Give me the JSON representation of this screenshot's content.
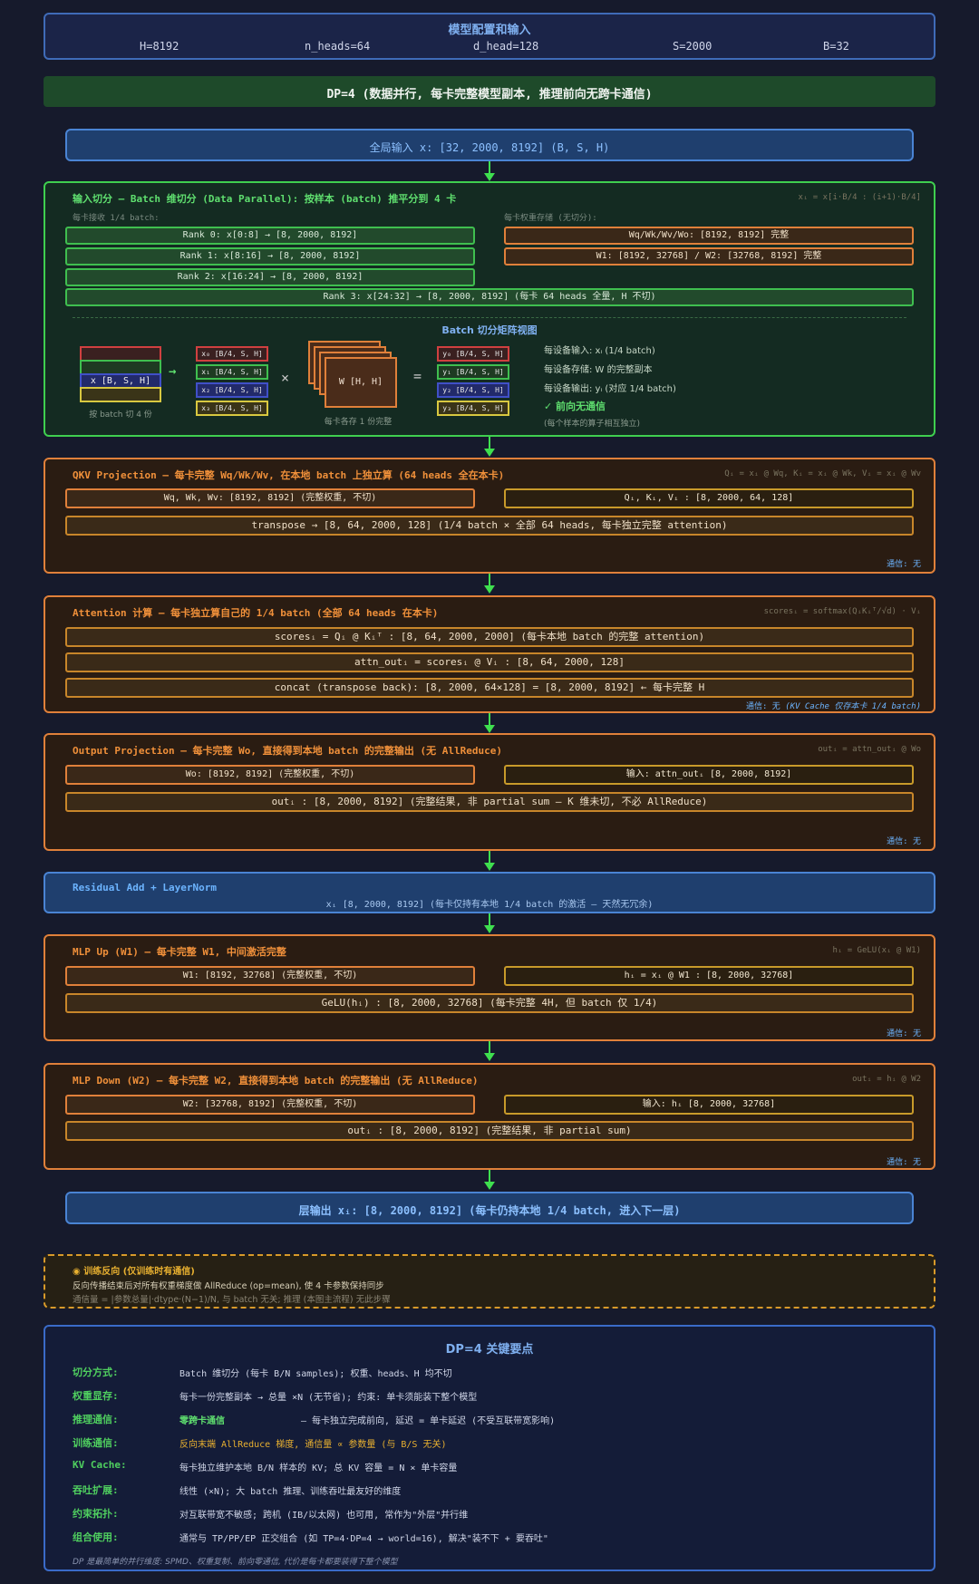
{
  "config": {
    "title": "模型配置和输入",
    "H": "H=8192",
    "n_heads": "n_heads=64",
    "d_head": "d_head=128",
    "S": "S=2000",
    "B": "B=32"
  },
  "dp_bar": "DP=4 (数据并行, 每卡完整模型副本, 推理前向无跨卡通信)",
  "global_input": "全局输入 x: [32, 2000, 8192] (B, S, H)",
  "split": {
    "title": "输入切分 — Batch 维切分 (Data Parallel): 按样本 (batch) 推平分到 4 卡",
    "formula": "xᵢ = x[i·B/4 : (i+1)·B/4]",
    "left_label": "每卡接收 1/4 batch:",
    "right_label": "每卡权重存储 (无切分):",
    "ranks": [
      "Rank 0: x[0:8] → [8, 2000, 8192]",
      "Rank 1: x[8:16] → [8, 2000, 8192]",
      "Rank 2: x[16:24] → [8, 2000, 8192]",
      "Rank 3: x[24:32] → [8, 2000, 8192] (每卡 64 heads 全量, H 不切)"
    ],
    "weights": [
      "Wq/Wk/Wv/Wo: [8192, 8192] 完整",
      "W1: [8192, 32768] / W2: [32768, 8192] 完整"
    ],
    "matrix_title": "Batch 切分矩阵视图",
    "x_label": "x [B, S, H]",
    "x_caption": "按 batch 切 4 份",
    "x_parts": [
      "x₀ [B/4, S, H]",
      "x₁ [B/4, S, H]",
      "x₂ [B/4, S, H]",
      "x₃ [B/4, S, H]"
    ],
    "w_label": "W [H, H]",
    "w_caption": "每卡各存 1 份完整",
    "y_parts": [
      "y₀ [B/4, S, H]",
      "y₁ [B/4, S, H]",
      "y₂ [B/4, S, H]",
      "y₃ [B/4, S, H]"
    ],
    "times": "×",
    "equals": "=",
    "arrow": "→",
    "notes": [
      "每设备输入: xᵢ (1/4 batch)",
      "每设备存储: W 的完整副本",
      "每设备输出: yᵢ (对应 1/4 batch)",
      "✓ 前向无通信",
      "(每个样本的算子相互独立)"
    ]
  },
  "qkv": {
    "title": "QKV Projection — 每卡完整 Wq/Wk/Wv, 在本地 batch 上独立算 (64 heads 全在本卡)",
    "formula": "Qᵢ = xᵢ @ Wq, Kᵢ = xᵢ @ Wk, Vᵢ = xᵢ @ Wv",
    "left": "Wq, Wk, Wv: [8192, 8192] (完整权重, 不切)",
    "right": "Qᵢ, Kᵢ, Vᵢ : [8, 2000, 64, 128]",
    "row": "transpose → [8, 64, 2000, 128] (1/4 batch × 全部 64 heads, 每卡独立完整 attention)",
    "comm": "通信: 无"
  },
  "attn": {
    "title": "Attention 计算 — 每卡独立算自己的 1/4 batch (全部 64 heads 在本卡)",
    "formula": "scoresᵢ = softmax(QᵢKᵢᵀ/√d) · Vᵢ",
    "rows": [
      "scoresᵢ = Qᵢ @ Kᵢᵀ : [8, 64, 2000, 2000] (每卡本地 batch 的完整 attention)",
      "attn_outᵢ = scoresᵢ @ Vᵢ : [8, 64, 2000, 128]",
      "concat (transpose back): [8, 2000, 64×128] = [8, 2000, 8192] ← 每卡完整 H"
    ],
    "comm": "通信: 无",
    "comm_note": "(KV Cache 仅存本卡 1/4 batch)"
  },
  "outproj": {
    "title": "Output Projection — 每卡完整 Wo, 直接得到本地 batch 的完整输出 (无 AllReduce)",
    "formula": "outᵢ = attn_outᵢ @ Wo",
    "left": "Wo: [8192, 8192] (完整权重, 不切)",
    "right": "输入: attn_outᵢ [8, 2000, 8192]",
    "row": "outᵢ : [8, 2000, 8192] (完整结果, 非 partial sum — K 维未切, 不必 AllReduce)",
    "comm": "通信: 无"
  },
  "residual": {
    "title": "Residual Add + LayerNorm",
    "sub": "xᵢ [8, 2000, 8192] (每卡仅持有本地 1/4 batch 的激活 — 天然无冗余)"
  },
  "mlpup": {
    "title": "MLP Up (W1) — 每卡完整 W1, 中间激活完整",
    "formula": "hᵢ = GeLU(xᵢ @ W1)",
    "left": "W1: [8192, 32768] (完整权重, 不切)",
    "right": "hᵢ = xᵢ @ W1 : [8, 2000, 32768]",
    "row": "GeLU(hᵢ) : [8, 2000, 32768] (每卡完整 4H, 但 batch 仅 1/4)",
    "comm": "通信: 无"
  },
  "mlpdown": {
    "title": "MLP Down (W2) — 每卡完整 W2, 直接得到本地 batch 的完整输出 (无 AllReduce)",
    "formula": "outᵢ = hᵢ @ W2",
    "left": "W2: [32768, 8192] (完整权重, 不切)",
    "right": "输入: hᵢ [8, 2000, 32768]",
    "row": "outᵢ : [8, 2000, 8192] (完整结果, 非 partial sum)",
    "comm": "通信: 无"
  },
  "layer_out": "层输出 xᵢ: [8, 2000, 8192] (每卡仍持本地 1/4 batch, 进入下一层)",
  "train": {
    "title": "◉ 训练反向 (仅训练时有通信)",
    "line1": "反向传播结束后对所有权重梯度做 AllReduce (op=mean), 使 4 卡参数保持同步",
    "line2": "通信量 = |参数总量|·dtype·(N−1)/N, 与 batch 无关; 推理 (本图主流程) 无此步骤"
  },
  "summary": {
    "title": "DP=4 关键要点",
    "rows": [
      {
        "k": "切分方式:",
        "v": "Batch 维切分 (每卡 B/N samples); 权重、heads、H 均不切"
      },
      {
        "k": "权重显存:",
        "v": "每卡一份完整副本 → 总量 ×N (无节省); 约束: 单卡须能装下整个模型"
      },
      {
        "k": "推理通信:",
        "v": "零跨卡通信",
        "v2": "— 每卡独立完成前向, 延迟 = 单卡延迟 (不受互联带宽影响)"
      },
      {
        "k": "训练通信:",
        "v": "反向末端 AllReduce 梯度, 通信量 ∝ 参数量 (与 B/S 无关)"
      },
      {
        "k": "KV Cache:",
        "v": "每卡独立维护本地 B/N 样本的 KV; 总 KV 容量 = N × 单卡容量"
      },
      {
        "k": "吞吐扩展:",
        "v": "线性 (×N); 大 batch 推理、训练吞吐最友好的维度"
      },
      {
        "k": "约束拓扑:",
        "v": "对互联带宽不敏感; 跨机 (IB/以太网) 也可用, 常作为\"外层\"并行维"
      },
      {
        "k": "组合使用:",
        "v": "通常与 TP/PP/EP 正交组合 (如 TP=4·DP=4 → world=16), 解决\"装不下 + 要吞吐\""
      }
    ],
    "footer": "DP 是最简单的并行维度: SPMD、权重复制、前向零通信, 代价是每卡都要装得下整个模型"
  }
}
